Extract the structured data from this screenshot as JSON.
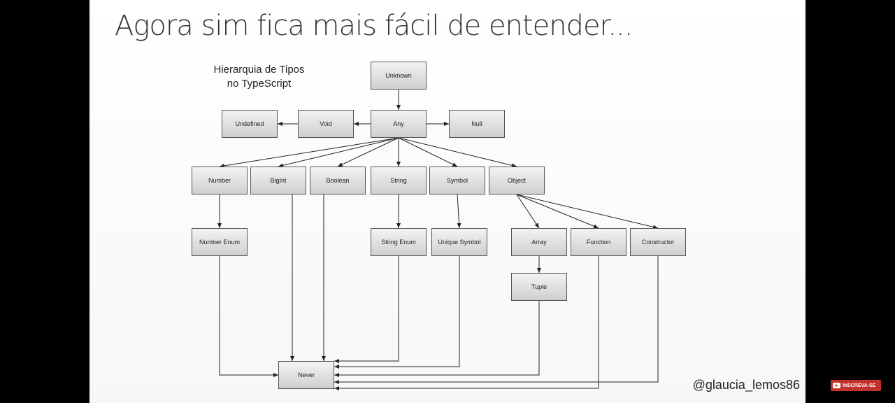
{
  "slide": {
    "title": "Agora sim fica mais fácil de entender...",
    "caption_line1": "Hierarquia de Tipos",
    "caption_line2": "no TypeScript",
    "handle": "@glaucia_lemos86"
  },
  "diagram": {
    "nodes": {
      "unknown": "Unknown",
      "any": "Any",
      "void": "Void",
      "undefined": "Undefined",
      "null": "Null",
      "number": "Number",
      "bigint": "BigInt",
      "boolean": "Boolean",
      "string": "String",
      "symbol": "Symbol",
      "object": "Object",
      "number_enum": "Number Enum",
      "string_enum": "String Enum",
      "unique_symbol": "Unique Symbol",
      "array": "Array",
      "function": "Function",
      "constructor": "Constructor",
      "tuple": "Tuple",
      "never": "Never"
    },
    "edges": [
      [
        "unknown",
        "any"
      ],
      [
        "any",
        "void"
      ],
      [
        "void",
        "undefined"
      ],
      [
        "any",
        "null"
      ],
      [
        "any",
        "number"
      ],
      [
        "any",
        "bigint"
      ],
      [
        "any",
        "boolean"
      ],
      [
        "any",
        "string"
      ],
      [
        "any",
        "symbol"
      ],
      [
        "any",
        "object"
      ],
      [
        "number",
        "number_enum"
      ],
      [
        "string",
        "string_enum"
      ],
      [
        "symbol",
        "unique_symbol"
      ],
      [
        "object",
        "array"
      ],
      [
        "object",
        "function"
      ],
      [
        "object",
        "constructor"
      ],
      [
        "array",
        "tuple"
      ],
      [
        "number_enum",
        "never"
      ],
      [
        "bigint",
        "never"
      ],
      [
        "boolean",
        "never"
      ],
      [
        "string_enum",
        "never"
      ],
      [
        "unique_symbol",
        "never"
      ],
      [
        "tuple",
        "never"
      ],
      [
        "constructor",
        "never"
      ],
      [
        "function",
        "never"
      ]
    ]
  },
  "youtube": {
    "subscribe_label": "INSCREVA-SE"
  }
}
